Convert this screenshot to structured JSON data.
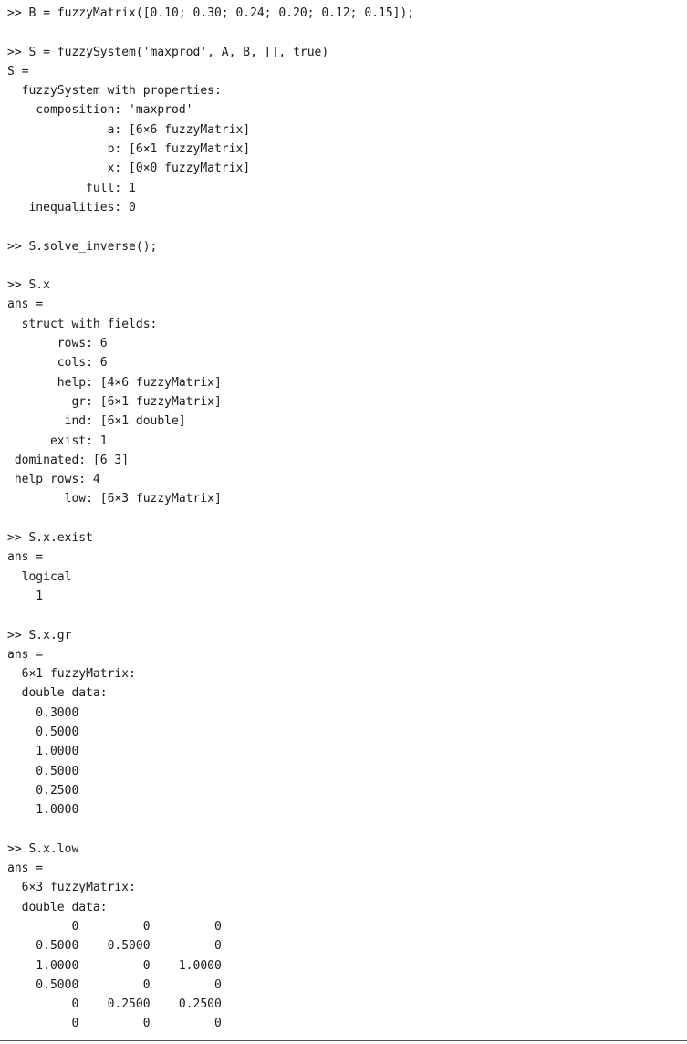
{
  "console": {
    "lines": [
      ">> B = fuzzyMatrix([0.10; 0.30; 0.24; 0.20; 0.12; 0.15]);",
      "",
      ">> S = fuzzySystem('maxprod', A, B, [], true)",
      "S =",
      "  fuzzySystem with properties:",
      "    composition: 'maxprod'",
      "              a: [6×6 fuzzyMatrix]",
      "              b: [6×1 fuzzyMatrix]",
      "              x: [0×0 fuzzyMatrix]",
      "           full: 1",
      "   inequalities: 0",
      "",
      ">> S.solve_inverse();",
      "",
      ">> S.x",
      "ans =",
      "  struct with fields:",
      "       rows: 6",
      "       cols: 6",
      "       help: [4×6 fuzzyMatrix]",
      "         gr: [6×1 fuzzyMatrix]",
      "        ind: [6×1 double]",
      "      exist: 1",
      " dominated: [6 3]",
      " help_rows: 4",
      "        low: [6×3 fuzzyMatrix]",
      "",
      ">> S.x.exist",
      "ans =",
      "  logical",
      "    1",
      "",
      ">> S.x.gr",
      "ans =",
      "  6×1 fuzzyMatrix:",
      "  double data:",
      "    0.3000",
      "    0.5000",
      "    1.0000",
      "    0.5000",
      "    0.2500",
      "    1.0000",
      "",
      ">> S.x.low",
      "ans =",
      "  6×3 fuzzyMatrix:",
      "  double data:",
      "         0         0         0",
      "    0.5000    0.5000         0",
      "    1.0000         0    1.0000",
      "    0.5000         0         0",
      "         0    0.2500    0.2500",
      "         0         0         0"
    ]
  }
}
